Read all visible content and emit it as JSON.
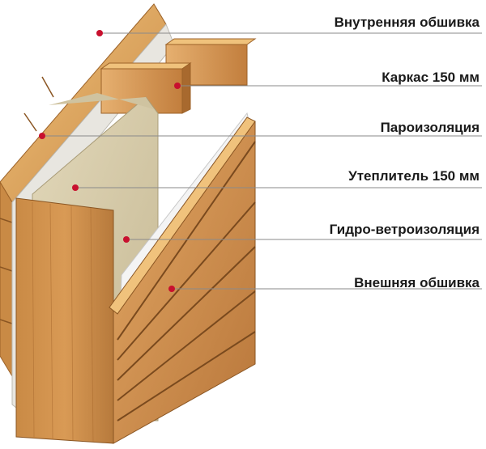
{
  "labels": [
    {
      "text": "Внутренняя обшивка"
    },
    {
      "text": "Каркас 150 мм"
    },
    {
      "text": "Пароизоляция"
    },
    {
      "text": "Утеплитель 150 мм"
    },
    {
      "text": "Гидро-ветроизоляция"
    },
    {
      "text": "Внешняя обшивка"
    }
  ],
  "colors": {
    "wood_light": "#e0a45c",
    "wood_mid": "#c98a45",
    "wood_dark": "#a8692e",
    "wood_edge": "#f0c27c",
    "insulation": "#d8ccab",
    "insulation_dark": "#b7aa86",
    "vapor_barrier": "#e8e6e0",
    "wind_barrier": "#f4f4f4",
    "marker": "#c8102e",
    "leader": "#8a8a8a"
  }
}
